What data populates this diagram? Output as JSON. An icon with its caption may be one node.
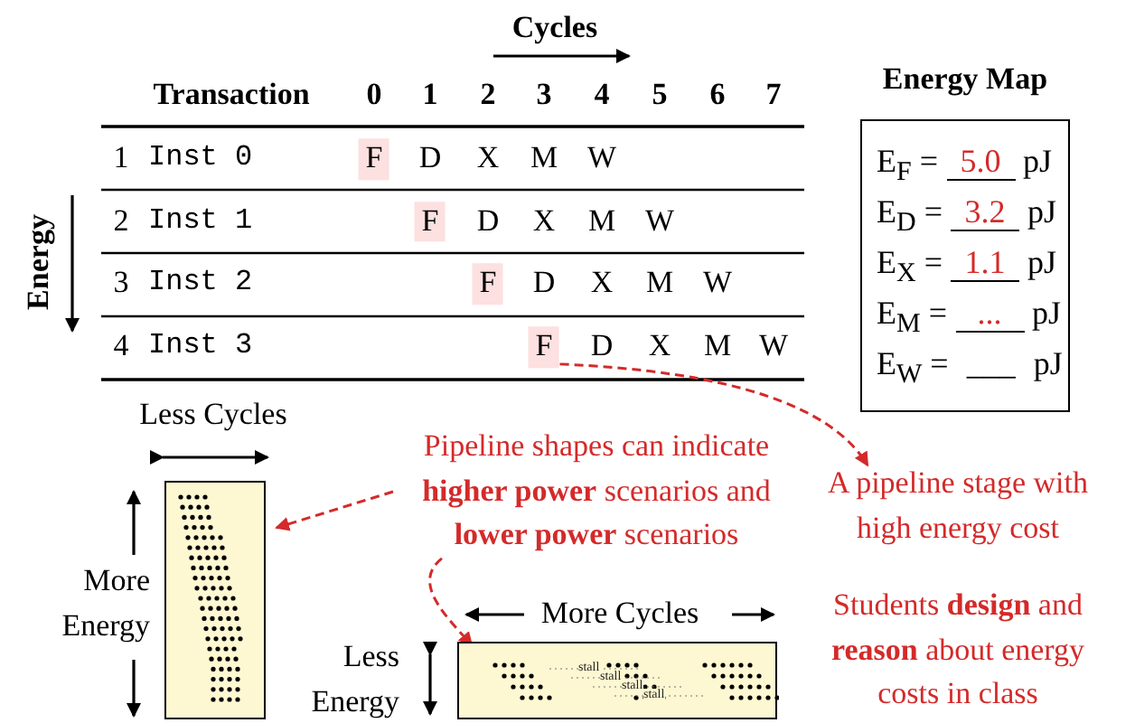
{
  "diagram": {
    "nodes": [
      {
        "text": [
          "F"
        ]
      },
      {
        "text": [
          "F"
        ]
      },
      {
        "text": [
          "F"
        ]
      },
      {
        "text": [
          "F"
        ]
      },
      {
        "text": [
          "Energy Map"
        ]
      },
      {
        "text": [
          "E$_{F}$ = 5.0 pJ"
        ],
        "in": 4
      },
      {
        "text": [
          "E$_{D}$ = 3.2 pJ"
        ],
        "in": 4
      },
      {
        "text": [
          "E$_{X}$ = 1.1 pJ"
        ],
        "in": 4
      },
      {
        "text": [
          "E$_{M}$ = ... pJ"
        ],
        "in": 4
      },
      {
        "text": [
          "E$_{W}$ = ___ pJ"
        ],
        "in": 4
      },
      {
        "text": [
          "A pipeline stage with high energy cost"
        ]
      },
      {
        "text": [
          "Pipeline shapes can indicate **higher power** scenarios and **lower power** scenarios"
        ]
      },
      {
        "text": [],
        "shape": "box"
      },
      {
        "text": [
          "stall",
          "stall",
          "stall",
          "stall"
        ]
      }
    ],
    "edges": [
      {
        "from": 3,
        "to": 10,
        "arrow": "to",
        "style": "dashed"
      },
      {
        "from": 11,
        "to": 12,
        "arrow": "to",
        "style": "dashed"
      },
      {
        "from": 11,
        "to": 13,
        "arrow": "to",
        "style": "dashed"
      }
    ],
    "labels": [
      "Cycles",
      "Transaction",
      "0",
      "1",
      "2",
      "3",
      "4",
      "5",
      "6",
      "7",
      "Energy",
      "1",
      "Inst 0",
      "D",
      "X",
      "M",
      "W",
      "2",
      "Inst 1",
      "D",
      "X",
      "M",
      "W",
      "3",
      "Inst 2",
      "D",
      "X",
      "M",
      "W",
      "4",
      "Inst 3",
      "D",
      "X",
      "M",
      "W",
      "Less Cycles",
      "More Energy",
      "More Cycles",
      "Less Energy",
      "Students **design** and **reason** about energy costs in class"
    ]
  }
}
